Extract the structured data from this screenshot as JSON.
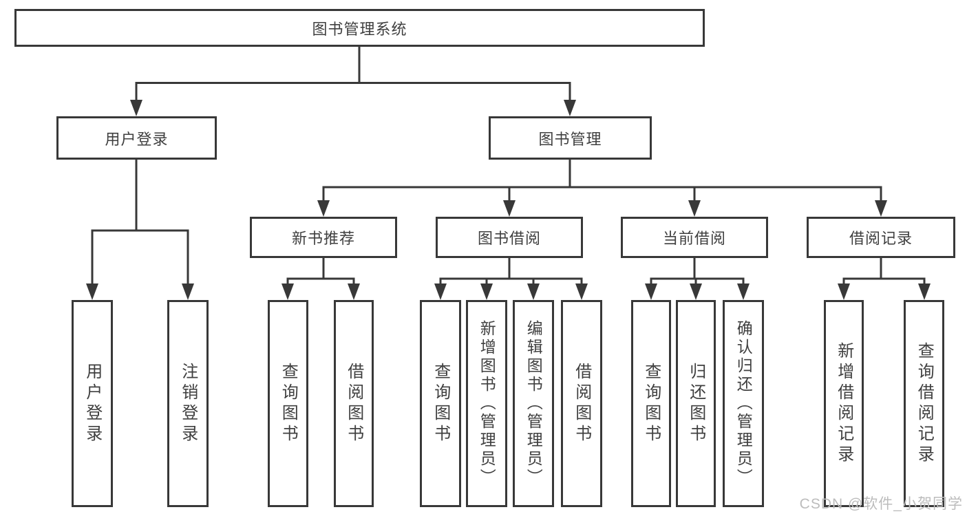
{
  "nodes": {
    "root": {
      "label": "图书管理系统"
    },
    "level2": [
      {
        "label": "用户登录",
        "parent": "图书管理系统"
      },
      {
        "label": "图书管理",
        "parent": "图书管理系统"
      }
    ],
    "level3": [
      {
        "label": "新书推荐",
        "parent": "图书管理"
      },
      {
        "label": "图书借阅",
        "parent": "图书管理"
      },
      {
        "label": "当前借阅",
        "parent": "图书管理"
      },
      {
        "label": "借阅记录",
        "parent": "图书管理"
      }
    ],
    "leaves": [
      {
        "label": "用户登录",
        "parent": "用户登录"
      },
      {
        "label": "注销登录",
        "parent": "用户登录"
      },
      {
        "label": "查询图书",
        "parent": "新书推荐"
      },
      {
        "label": "借阅图书",
        "parent": "新书推荐"
      },
      {
        "label": "查询图书",
        "parent": "图书借阅"
      },
      {
        "label": "新增图书（管理员）",
        "parent": "图书借阅"
      },
      {
        "label": "编辑图书（管理员）",
        "parent": "图书借阅"
      },
      {
        "label": "借阅图书",
        "parent": "图书借阅"
      },
      {
        "label": "查询图书",
        "parent": "当前借阅"
      },
      {
        "label": "归还图书",
        "parent": "当前借阅"
      },
      {
        "label": "确认归还（管理员）",
        "parent": "当前借阅"
      },
      {
        "label": "新增借阅记录",
        "parent": "借阅记录"
      },
      {
        "label": "查询借阅记录",
        "parent": "借阅记录"
      }
    ]
  },
  "watermark": {
    "text": "CSDN @软件_小贺同学",
    "color": "#bcbcbc"
  },
  "colors": {
    "line": "#383838",
    "text": "#3f3f3f",
    "background": "#ffffff"
  }
}
